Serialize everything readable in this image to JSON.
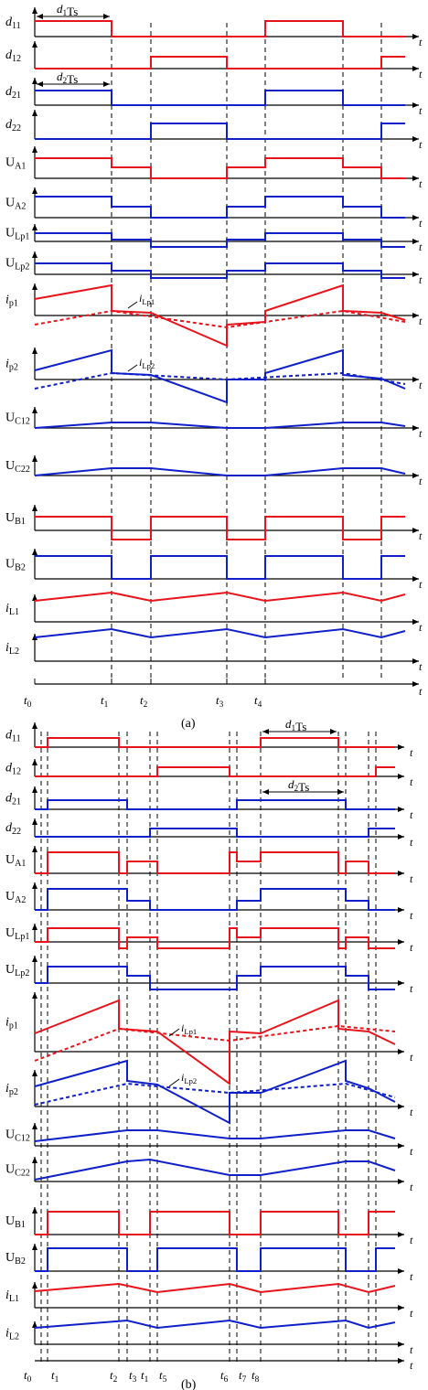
{
  "colors": {
    "red": "#e8141b",
    "blue": "#1020c8",
    "black": "#000000"
  },
  "panel_a": {
    "caption": "(a)",
    "time_labels": [
      "t0",
      "t1",
      "t2",
      "t3",
      "t4"
    ],
    "axis_symbol": "t",
    "duty_annotations": [
      "d1Ts",
      "d2Ts"
    ],
    "rows": [
      {
        "id": "d11",
        "label": "d11",
        "color": "red"
      },
      {
        "id": "d12",
        "label": "d12",
        "color": "red"
      },
      {
        "id": "d21",
        "label": "d21",
        "color": "blue"
      },
      {
        "id": "d22",
        "label": "d22",
        "color": "blue"
      },
      {
        "id": "UA1",
        "label": "UA1",
        "color": "red"
      },
      {
        "id": "UA2",
        "label": "UA2",
        "color": "blue"
      },
      {
        "id": "ULp1",
        "label": "ULp1",
        "color": "blue"
      },
      {
        "id": "ULp2",
        "label": "ULp2",
        "color": "blue"
      },
      {
        "id": "ip1",
        "label": "ip1",
        "color": "red",
        "inner_label": "iLp1"
      },
      {
        "id": "ip2",
        "label": "ip2",
        "color": "blue",
        "inner_label": "iLp2"
      },
      {
        "id": "UC12",
        "label": "UC12",
        "color": "blue"
      },
      {
        "id": "UC22",
        "label": "UC22",
        "color": "blue"
      },
      {
        "id": "UB1",
        "label": "UB1",
        "color": "red"
      },
      {
        "id": "UB2",
        "label": "UB2",
        "color": "blue"
      },
      {
        "id": "iL1",
        "label": "iL1",
        "color": "red"
      },
      {
        "id": "iL2",
        "label": "iL2",
        "color": "blue"
      }
    ]
  },
  "panel_b": {
    "caption": "(b)",
    "time_labels": [
      "t0",
      "t1",
      "t2",
      "t3",
      "t1",
      "t5",
      "t6",
      "t7",
      "t8"
    ],
    "axis_symbol": "t",
    "duty_annotations": [
      "d1Ts",
      "d2Ts"
    ],
    "rows": [
      {
        "id": "d11",
        "label": "d11",
        "color": "red"
      },
      {
        "id": "d12",
        "label": "d12",
        "color": "red"
      },
      {
        "id": "d21",
        "label": "d21",
        "color": "blue"
      },
      {
        "id": "d22",
        "label": "d22",
        "color": "blue"
      },
      {
        "id": "UA1",
        "label": "UA1",
        "color": "red"
      },
      {
        "id": "UA2",
        "label": "UA2",
        "color": "blue"
      },
      {
        "id": "ULp1",
        "label": "ULp1",
        "color": "red"
      },
      {
        "id": "ULp2",
        "label": "ULp2",
        "color": "blue"
      },
      {
        "id": "ip1",
        "label": "ip1",
        "color": "red",
        "inner_label": "iLp1"
      },
      {
        "id": "ip2",
        "label": "ip2",
        "color": "blue",
        "inner_label": "iLp2"
      },
      {
        "id": "UC12",
        "label": "UC12",
        "color": "blue"
      },
      {
        "id": "UC22",
        "label": "UC22",
        "color": "blue"
      },
      {
        "id": "UB1",
        "label": "UB1",
        "color": "red"
      },
      {
        "id": "UB2",
        "label": "UB2",
        "color": "blue"
      },
      {
        "id": "iL1",
        "label": "iL1",
        "color": "red"
      },
      {
        "id": "iL2",
        "label": "iL2",
        "color": "blue"
      }
    ]
  }
}
